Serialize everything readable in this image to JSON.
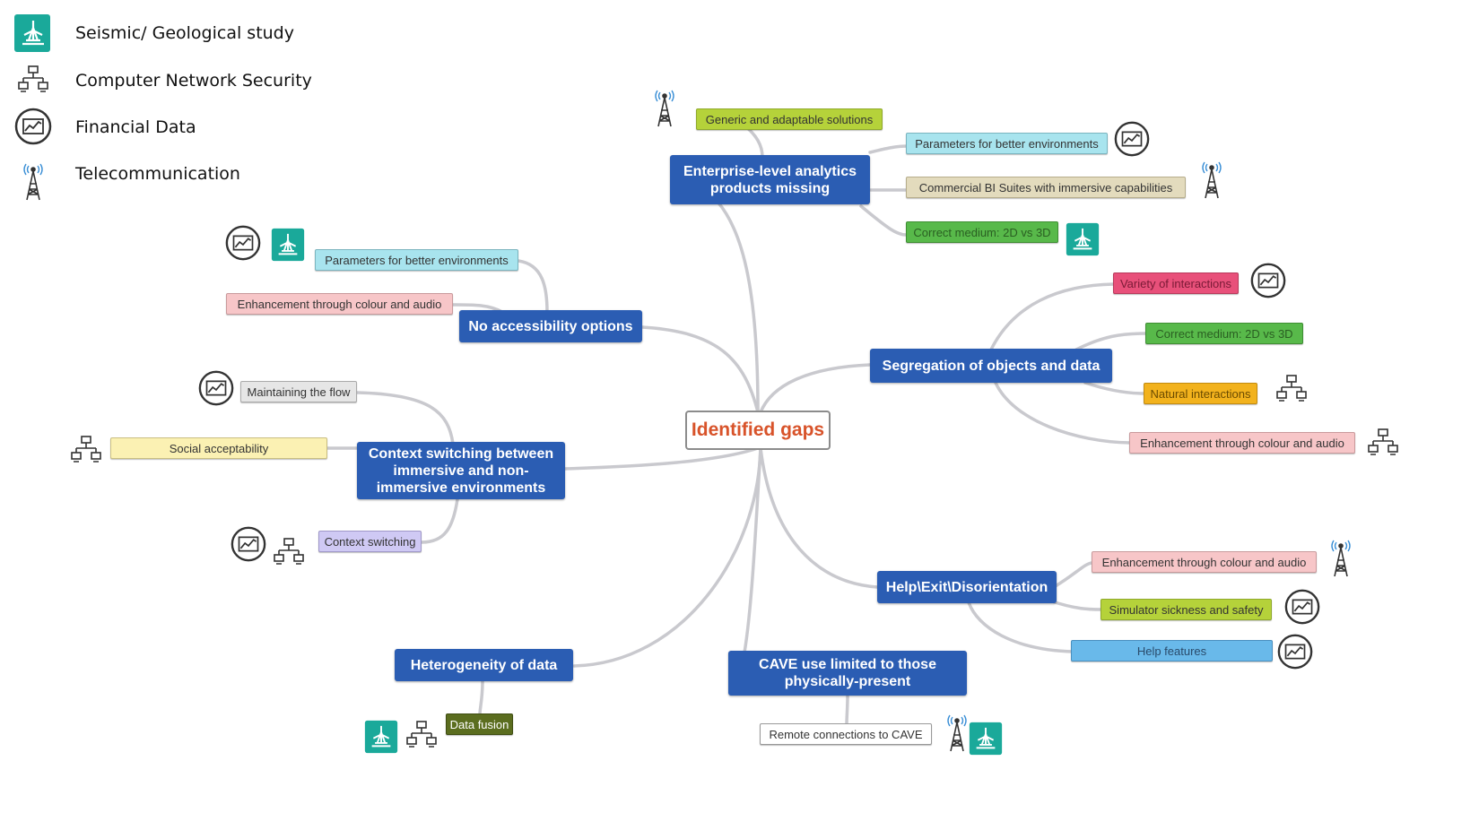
{
  "legend": [
    {
      "icon": "seismic-rig-icon",
      "label": "Seismic/ Geological study"
    },
    {
      "icon": "network-icon",
      "label": "Computer Network Security"
    },
    {
      "icon": "financial-chart-icon",
      "label": "Financial Data"
    },
    {
      "icon": "telecom-tower-icon",
      "label": "Telecommunication"
    }
  ],
  "central": {
    "label": "Identified gaps",
    "color": "#d8532a"
  },
  "branches": {
    "enterprise": {
      "label": "Enterprise-level analytics products missing",
      "children": {
        "generic": "Generic and adaptable solutions",
        "params": "Parameters for better environments",
        "bi": "Commercial BI Suites with immersive capabilities",
        "medium": "Correct medium: 2D vs 3D"
      }
    },
    "accessibility": {
      "label": "No accessibility options",
      "children": {
        "params": "Parameters for better environments",
        "colour": "Enhancement through colour and audio"
      }
    },
    "context": {
      "label": "Context switching between immersive and non-immersive environments",
      "children": {
        "flow": "Maintaining the flow",
        "social": "Social acceptability",
        "switching": "Context switching"
      }
    },
    "hetero": {
      "label": "Heterogeneity of data",
      "children": {
        "fusion": "Data fusion"
      }
    },
    "cave": {
      "label": "CAVE use limited to those physically-present",
      "children": {
        "remote": "Remote connections to CAVE"
      }
    },
    "help": {
      "label": "Help\\Exit\\Disorientation",
      "children": {
        "colour": "Enhancement through colour and audio",
        "sickness": "Simulator sickness and safety",
        "features": "Help features"
      }
    },
    "segregation": {
      "label": "Segregation of objects and data",
      "children": {
        "variety": "Variety of interactions",
        "medium": "Correct medium: 2D vs 3D",
        "natural": "Natural interactions",
        "colour": "Enhancement through colour and audio"
      }
    }
  },
  "colors": {
    "main_node": "#2b5db3",
    "link": "#c8c8cc",
    "seismic": "#1aa99a"
  }
}
